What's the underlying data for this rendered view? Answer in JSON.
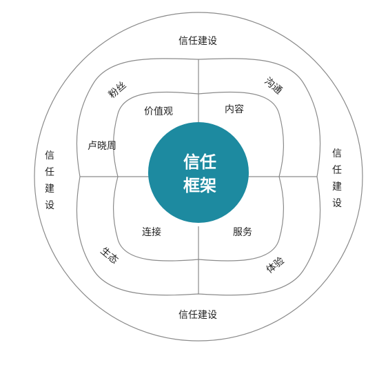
{
  "colors": {
    "line": "#8a8a8a",
    "center_fill": "#1d8aa0",
    "center_text": "#ffffff",
    "text": "#222222"
  },
  "center": {
    "line1": "信任",
    "line2": "框架"
  },
  "outer_ring": {
    "top": "信任建设",
    "bottom": "信任建设",
    "left": [
      "信",
      "任",
      "建",
      "设"
    ],
    "right": [
      "信",
      "任",
      "建",
      "设"
    ]
  },
  "middle_ring": {
    "top_left": "粉丝",
    "top_right": "沟通",
    "bottom_left": "生态",
    "bottom_right": "体验",
    "left": "卢晓周"
  },
  "inner_ring": {
    "top_left": "价值观",
    "top_right": "内容",
    "bottom_left": "连接",
    "bottom_right": "服务"
  }
}
